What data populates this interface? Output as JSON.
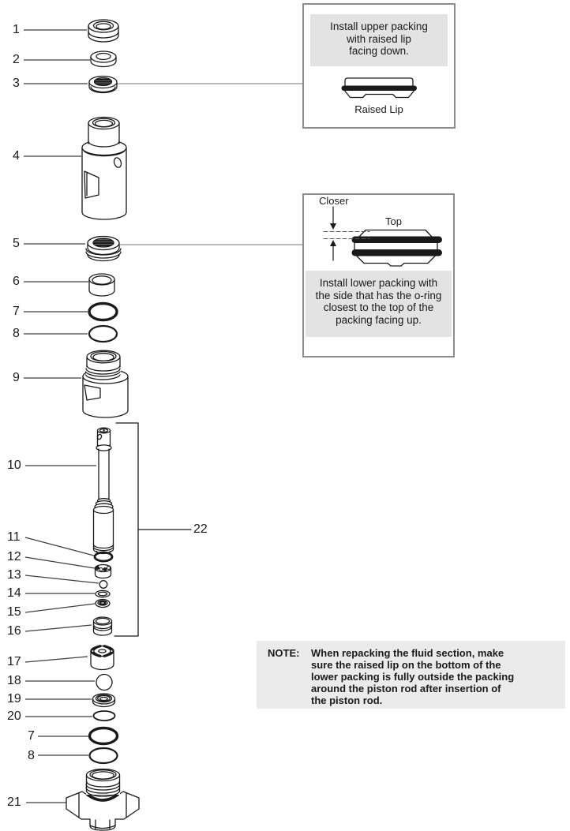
{
  "part_labels": [
    "1",
    "2",
    "3",
    "4",
    "5",
    "6",
    "7",
    "8",
    "9",
    "10",
    "11",
    "12",
    "13",
    "14",
    "15",
    "16",
    "17",
    "18",
    "19",
    "20",
    "7",
    "8",
    "21",
    "22"
  ],
  "callout_upper": {
    "lines": [
      "Install upper packing",
      "with raised lip",
      "facing down."
    ],
    "caption": "Raised Lip"
  },
  "callout_lower": {
    "closer_label": "Closer",
    "top_label": "Top",
    "lines": [
      "Install lower packing with",
      "the side that has the o-ring",
      "closest to the top of the",
      "packing facing up."
    ]
  },
  "note": {
    "label": "NOTE:",
    "lines": [
      "When repacking the fluid section, make",
      "sure the raised lip on the bottom of the",
      "lower packing is fully outside the packing",
      "around the piston rod after insertion of",
      "the piston rod."
    ]
  },
  "colors": {
    "ink": "#1a1a1a",
    "panel_gray": "#e3e3e3",
    "note_gray": "#ebebeb",
    "box_border": "#8c8c8c"
  }
}
